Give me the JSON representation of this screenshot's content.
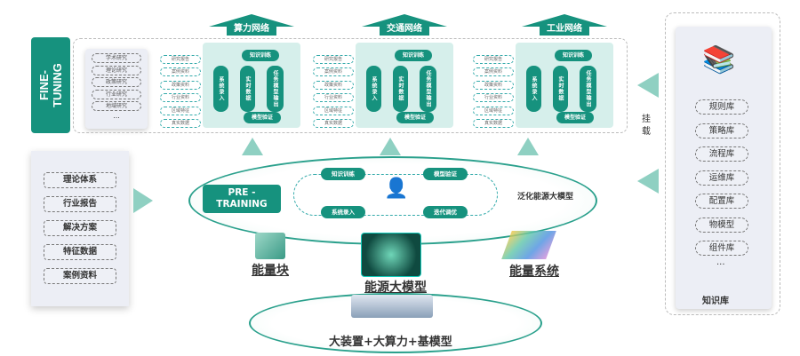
{
  "fine_tuning": {
    "label": "FINE-\nTUNING"
  },
  "research_list": {
    "items": [
      "学术研究",
      "理论研究",
      "政策研究",
      "行业研究",
      "地域研究"
    ],
    "more": "..."
  },
  "networks": [
    {
      "title": "算力网络"
    },
    {
      "title": "交通网络"
    },
    {
      "title": "工业网络"
    }
  ],
  "source_items": [
    "研究报告",
    "案例资料",
    "政策资料",
    "行业资料",
    "区域特征",
    "真实数据"
  ],
  "flow": {
    "train": "知识训练",
    "input": "系统录入",
    "realtime": "实时数据",
    "output": "任务模型输出",
    "verify": "模型验证"
  },
  "left_doc": {
    "items": [
      "理论体系",
      "行业报告",
      "解决方案",
      "特征数据",
      "案例资料"
    ]
  },
  "knowledge": {
    "items": [
      "规则库",
      "策略库",
      "流程库",
      "运维库",
      "配置库",
      "物模型",
      "组件库"
    ],
    "more": "...",
    "title": "知识库",
    "mount": "挂载"
  },
  "pretraining": {
    "label": "PRE -\nTRAINING",
    "train": "知识训练",
    "verify": "模型验证",
    "input": "系统录入",
    "iterate": "迭代调优",
    "generalized": "泛化能源大模型"
  },
  "labels": {
    "energy_block": "能量块",
    "energy_model": "能源大模型",
    "energy_system": "能量系统",
    "foundation": "大装置+大算力+基模型"
  },
  "colors": {
    "accent": "#16927e"
  }
}
